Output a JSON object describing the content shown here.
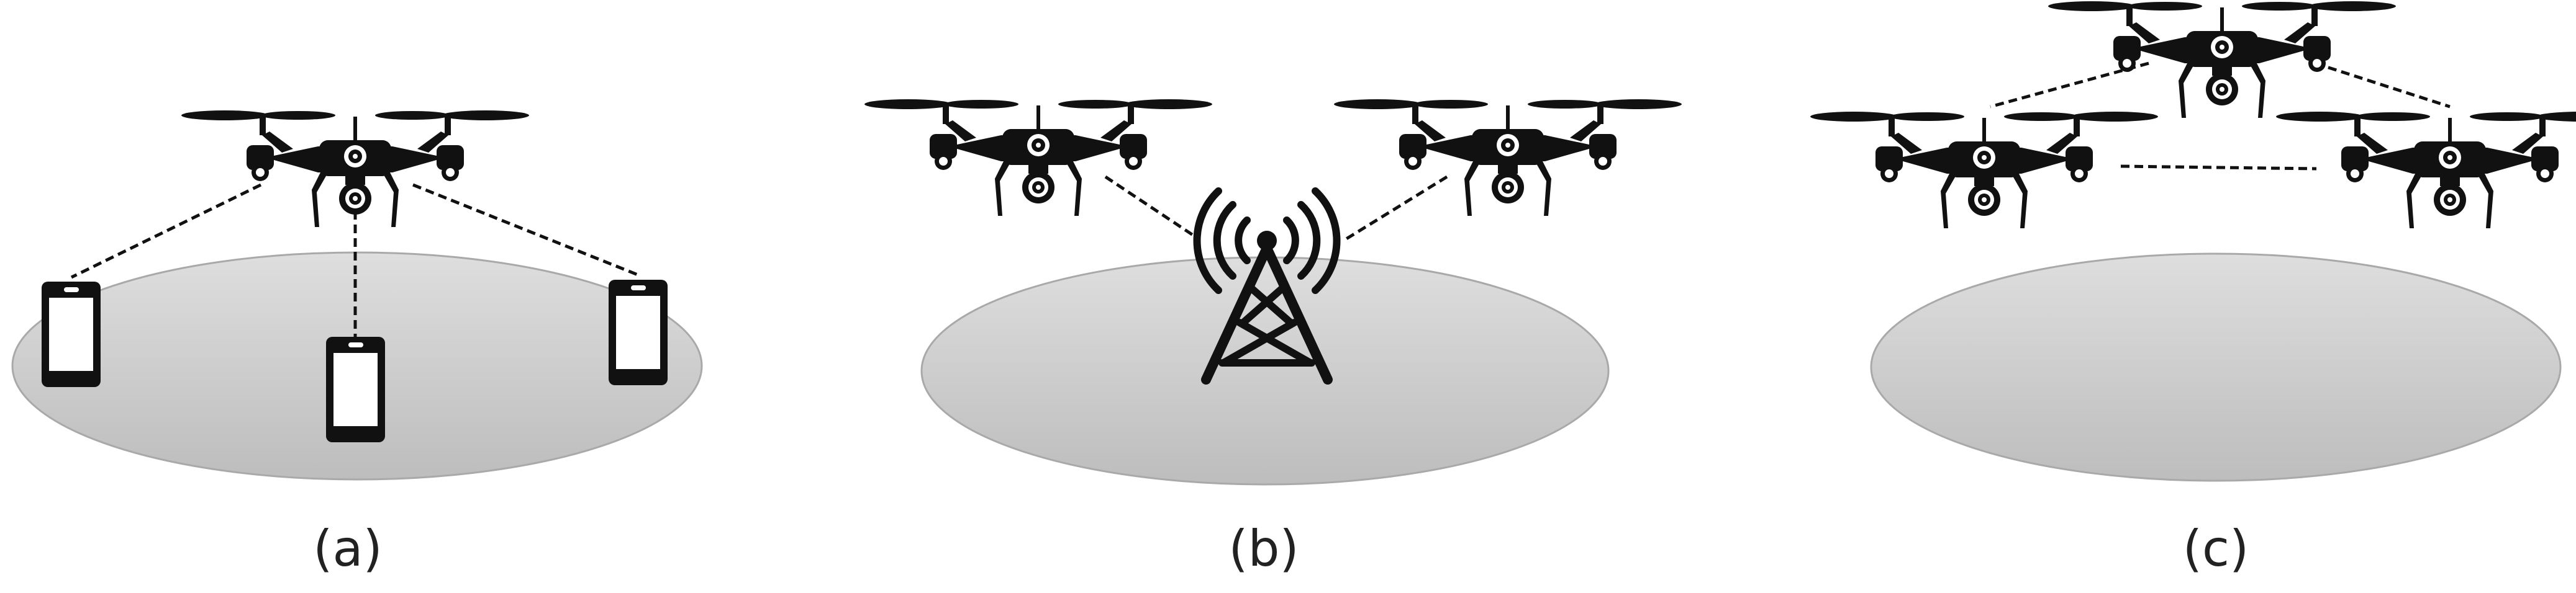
{
  "panels": [
    {
      "caption": "(a)",
      "scenario": "uav-to-ground-users"
    },
    {
      "caption": "(b)",
      "scenario": "uav-to-base-station"
    },
    {
      "caption": "(c)",
      "scenario": "uav-to-uav"
    }
  ],
  "icons": {
    "drone": "drone-icon",
    "phone": "smartphone-icon",
    "tower": "cell-tower-icon"
  },
  "colors": {
    "ground_light": "#dcdcdc",
    "ground_dark": "#b9b9b9",
    "glyph": "#111111"
  }
}
